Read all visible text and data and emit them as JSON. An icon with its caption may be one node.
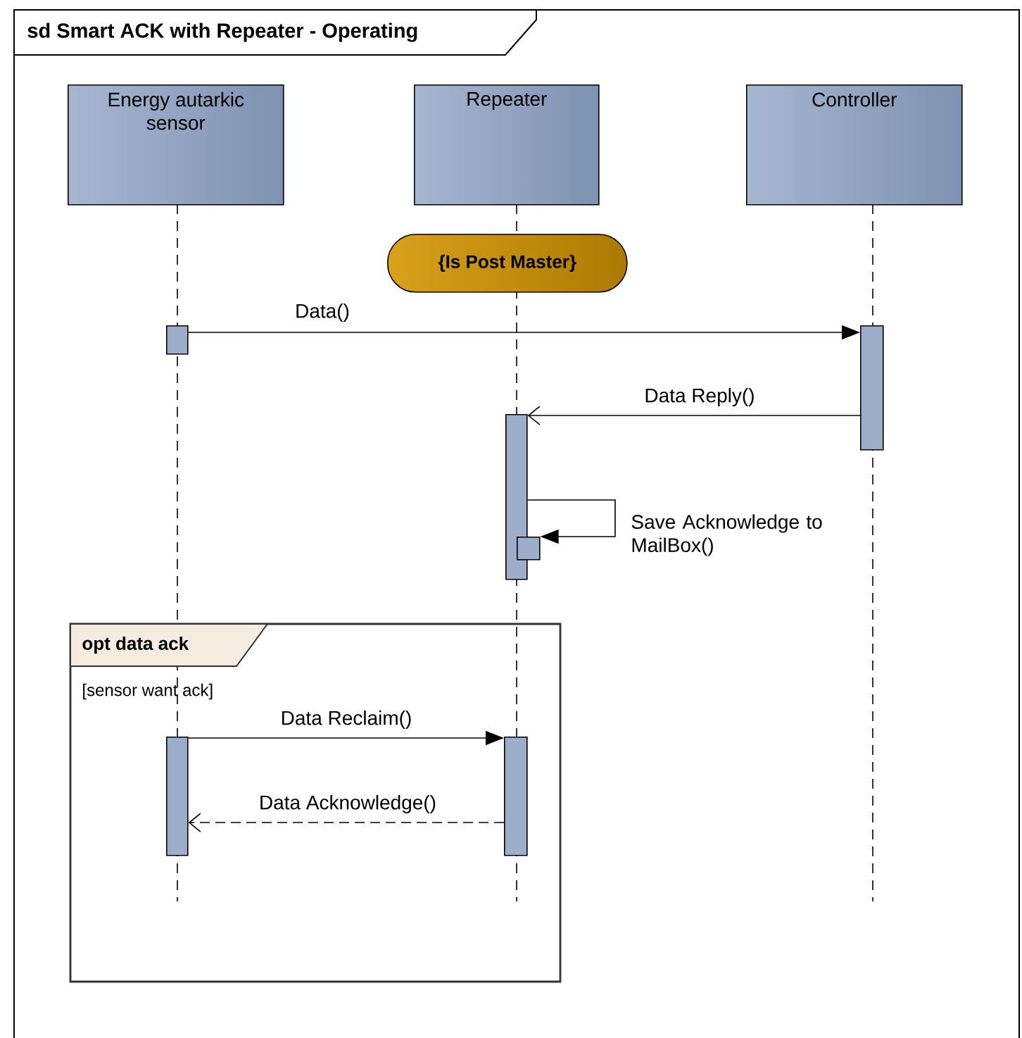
{
  "diagram": {
    "title": "sd Smart ACK with Repeater - Operating",
    "nodes": [
      {
        "text": [
          "Energy autarkic sensor"
        ]
      },
      {
        "text": [
          "Repeater"
        ]
      },
      {
        "text": [
          "Controller"
        ]
      },
      {
        "text": [
          "{Is Post Master}"
        ]
      },
      {
        "text": [],
        "shape": "bar"
      },
      {
        "text": [],
        "shape": "bar"
      },
      {
        "text": [],
        "shape": "bar"
      },
      {
        "text": [],
        "shape": "bar"
      },
      {
        "text": [
          "opt data ack",
          "[sensor want ack]"
        ]
      },
      {
        "text": [],
        "shape": "bar",
        "in": 8
      },
      {
        "text": [],
        "shape": "bar",
        "in": 8
      }
    ],
    "edges": [
      {
        "from": 4,
        "to": 5,
        "arrow": "to",
        "label": "Data()"
      },
      {
        "from": 5,
        "to": 6,
        "arrow": "to",
        "label": "Data Reply()"
      },
      {
        "from": 6,
        "to": 7,
        "arrow": "to",
        "label": "Save Acknowledge to MailBox()"
      },
      {
        "from": 9,
        "to": 10,
        "arrow": "to",
        "label": "Data Reclaim()"
      },
      {
        "from": 10,
        "to": 9,
        "arrow": "to",
        "label": "Data Acknowledge()",
        "style": "dashed"
      }
    ]
  }
}
